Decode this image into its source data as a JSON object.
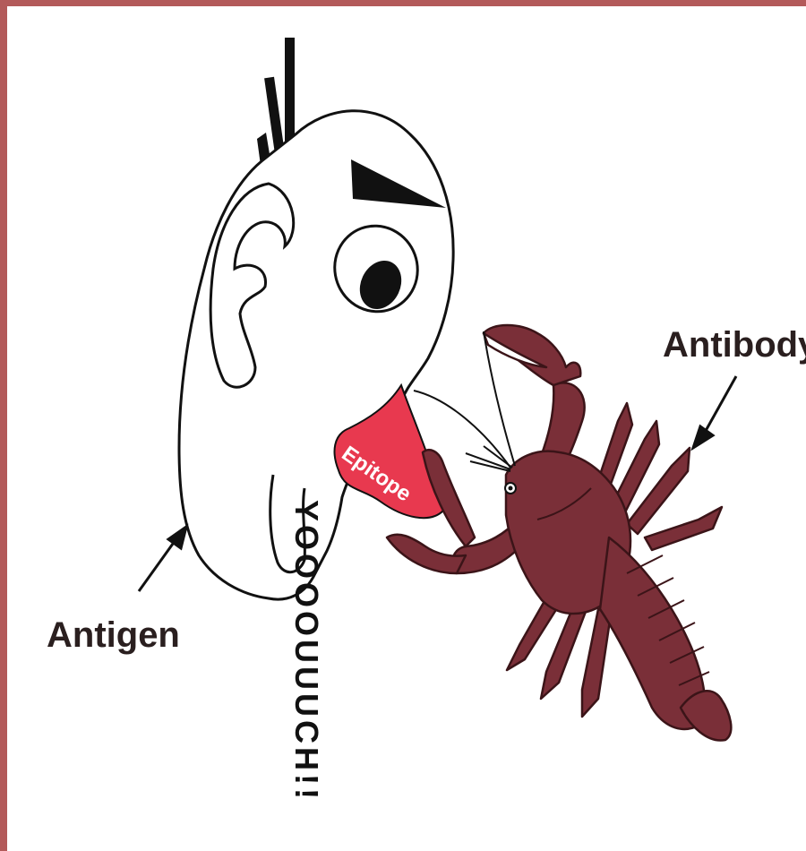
{
  "labels": {
    "antibody": "Antibody",
    "antigen": "Antigen",
    "epitope": "Epitope",
    "shout": "YOOOOUUUCH!!"
  },
  "colors": {
    "frame": "#b35a5a",
    "crayfish": "#7a2f38",
    "crayfish_outline": "#3b1418",
    "epitope": "#e8394f",
    "ink": "#111111"
  }
}
